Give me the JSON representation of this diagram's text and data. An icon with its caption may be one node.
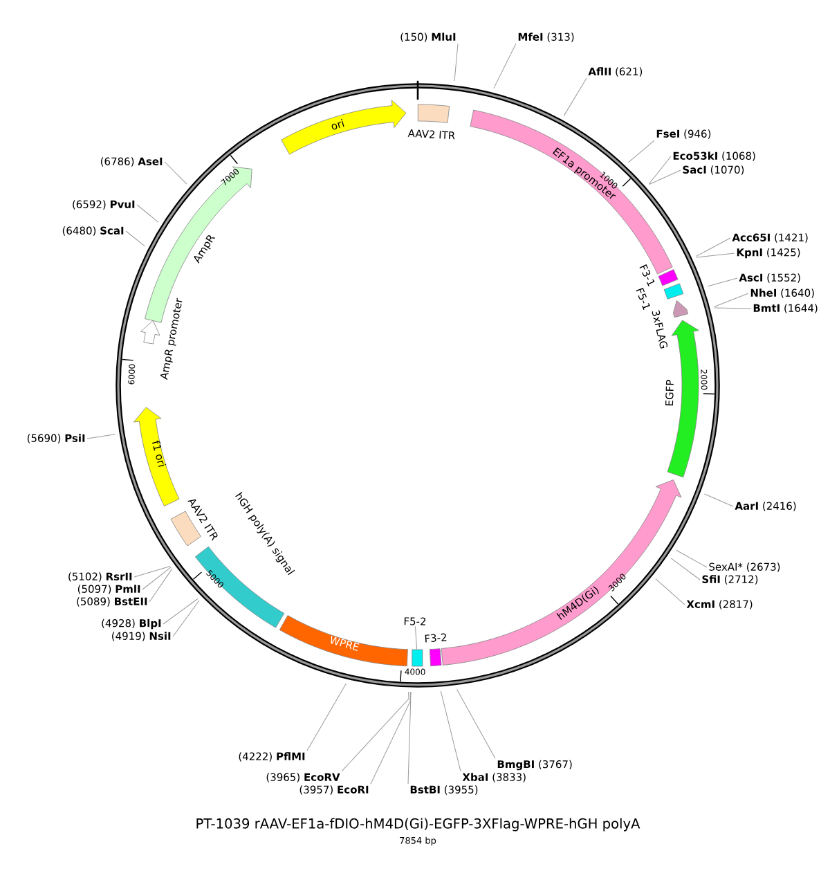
{
  "diagram": {
    "title": "PT-1039 rAAV-EF1a-fDIO-hM4D(Gi)-EGFP-3XFlag-WPRE-hGH polyA",
    "nodes": [
      {
        "text": [
          "AAV2 ITR"
        ]
      },
      {
        "text": [
          "EF1a promoter"
        ]
      },
      {
        "text": [
          "F3-1"
        ]
      },
      {
        "text": [
          "F5-1"
        ]
      },
      {
        "text": [
          "3xFLAG"
        ]
      },
      {
        "text": [
          "EGFP"
        ]
      },
      {
        "text": [
          "hM4D(Gi)"
        ]
      },
      {
        "text": [
          "F3-2"
        ]
      },
      {
        "text": [],
        "shape": "box"
      },
      {
        "text": [
          "F5-2"
        ]
      },
      {
        "text": [
          "WPRE"
        ]
      },
      {
        "text": [
          "hGH poly(A) signal"
        ]
      },
      {
        "text": [
          "AAV2 ITR"
        ]
      },
      {
        "text": [
          "f1 ori"
        ]
      },
      {
        "text": [
          "AmpR promoter"
        ]
      },
      {
        "text": [
          "AmpR"
        ]
      },
      {
        "text": [
          "ori"
        ]
      },
      {
        "text": [
          "(150) **MluI**"
        ]
      },
      {
        "text": [
          "**MfeI** (313)"
        ]
      },
      {
        "text": [
          "**AflII** (621)"
        ]
      },
      {
        "text": [
          "**FseI** (946)"
        ]
      },
      {
        "text": [
          "**Eco53kI** (1068)"
        ]
      },
      {
        "text": [
          "**SacI** (1070)"
        ]
      },
      {
        "text": [
          "**Acc65I** (1421)"
        ]
      },
      {
        "text": [
          "**KpnI** (1425)"
        ]
      },
      {
        "text": [
          "**AscI** (1552)"
        ]
      },
      {
        "text": [
          "**NheI** (1640)"
        ]
      },
      {
        "text": [
          "**BmtI** (1644)"
        ]
      },
      {
        "text": [
          "**AarI** (2416)"
        ]
      },
      {
        "text": [
          "SexAI* (2673)"
        ]
      },
      {
        "text": [
          "**SfiI** (2712)"
        ]
      },
      {
        "text": [
          "**XcmI** (2817)"
        ]
      },
      {
        "text": [
          "**BmgBI** (3767)"
        ]
      },
      {
        "text": [
          "**XbaI** (3833)"
        ]
      },
      {
        "text": [
          "**BstBI** (3955)"
        ]
      },
      {
        "text": [
          "(3957) **EcoRI**"
        ]
      },
      {
        "text": [
          "(3965) **EcoRV**"
        ]
      },
      {
        "text": [
          "(4222) **PflMI**"
        ]
      },
      {
        "text": [
          "(4928) **BlpI**"
        ]
      },
      {
        "text": [
          "(4919) **NsiI**"
        ]
      },
      {
        "text": [
          "(5102) **RsrII**"
        ]
      },
      {
        "text": [
          "(5097) **PmlI**"
        ]
      },
      {
        "text": [
          "(5089) **BstEII**"
        ]
      },
      {
        "text": [
          "(5690) **PsiI**"
        ]
      },
      {
        "text": [
          "(6480) **ScaI**"
        ]
      },
      {
        "text": [
          "(6592) **PvuI**"
        ]
      },
      {
        "text": [
          "(6786) **AseI**"
        ]
      }
    ],
    "edges": [
      {
        "from": 9,
        "to": 8,
        "arrow": "none"
      },
      {
        "from": 17,
        "to": null,
        "arrow": "none"
      },
      {
        "from": 18,
        "to": null,
        "arrow": "none"
      },
      {
        "from": 19,
        "to": null,
        "arrow": "none"
      },
      {
        "from": 20,
        "to": null,
        "arrow": "none"
      },
      {
        "from": 21,
        "to": null,
        "arrow": "none"
      },
      {
        "from": 22,
        "to": null,
        "arrow": "none"
      },
      {
        "from": 23,
        "to": null,
        "arrow": "none"
      },
      {
        "from": 24,
        "to": null,
        "arrow": "none"
      },
      {
        "from": 25,
        "to": null,
        "arrow": "none"
      },
      {
        "from": 26,
        "to": null,
        "arrow": "none"
      },
      {
        "from": 27,
        "to": null,
        "arrow": "none"
      },
      {
        "from": 28,
        "to": null,
        "arrow": "none"
      },
      {
        "from": 29,
        "to": null,
        "arrow": "none"
      },
      {
        "from": 30,
        "to": null,
        "arrow": "none"
      },
      {
        "from": 31,
        "to": null,
        "arrow": "none"
      },
      {
        "from": 32,
        "to": null,
        "arrow": "none"
      },
      {
        "from": 33,
        "to": null,
        "arrow": "none"
      },
      {
        "from": 34,
        "to": null,
        "arrow": "none"
      },
      {
        "from": 35,
        "to": null,
        "arrow": "none"
      },
      {
        "from": 36,
        "to": null,
        "arrow": "none"
      },
      {
        "from": 37,
        "to": null,
        "arrow": "none"
      },
      {
        "from": 38,
        "to": null,
        "arrow": "none"
      },
      {
        "from": 39,
        "to": null,
        "arrow": "none"
      },
      {
        "from": 40,
        "to": null,
        "arrow": "none"
      },
      {
        "from": 41,
        "to": null,
        "arrow": "none"
      },
      {
        "from": 42,
        "to": null,
        "arrow": "none"
      },
      {
        "from": 43,
        "to": null,
        "arrow": "none"
      },
      {
        "from": 44,
        "to": null,
        "arrow": "none"
      },
      {
        "from": 45,
        "to": null,
        "arrow": "none"
      },
      {
        "from": 46,
        "to": null,
        "arrow": "none"
      }
    ],
    "labels": [
      "1000",
      "2000",
      "3000",
      "4000",
      "5000",
      "6000",
      "7000",
      "7854 bp"
    ]
  }
}
